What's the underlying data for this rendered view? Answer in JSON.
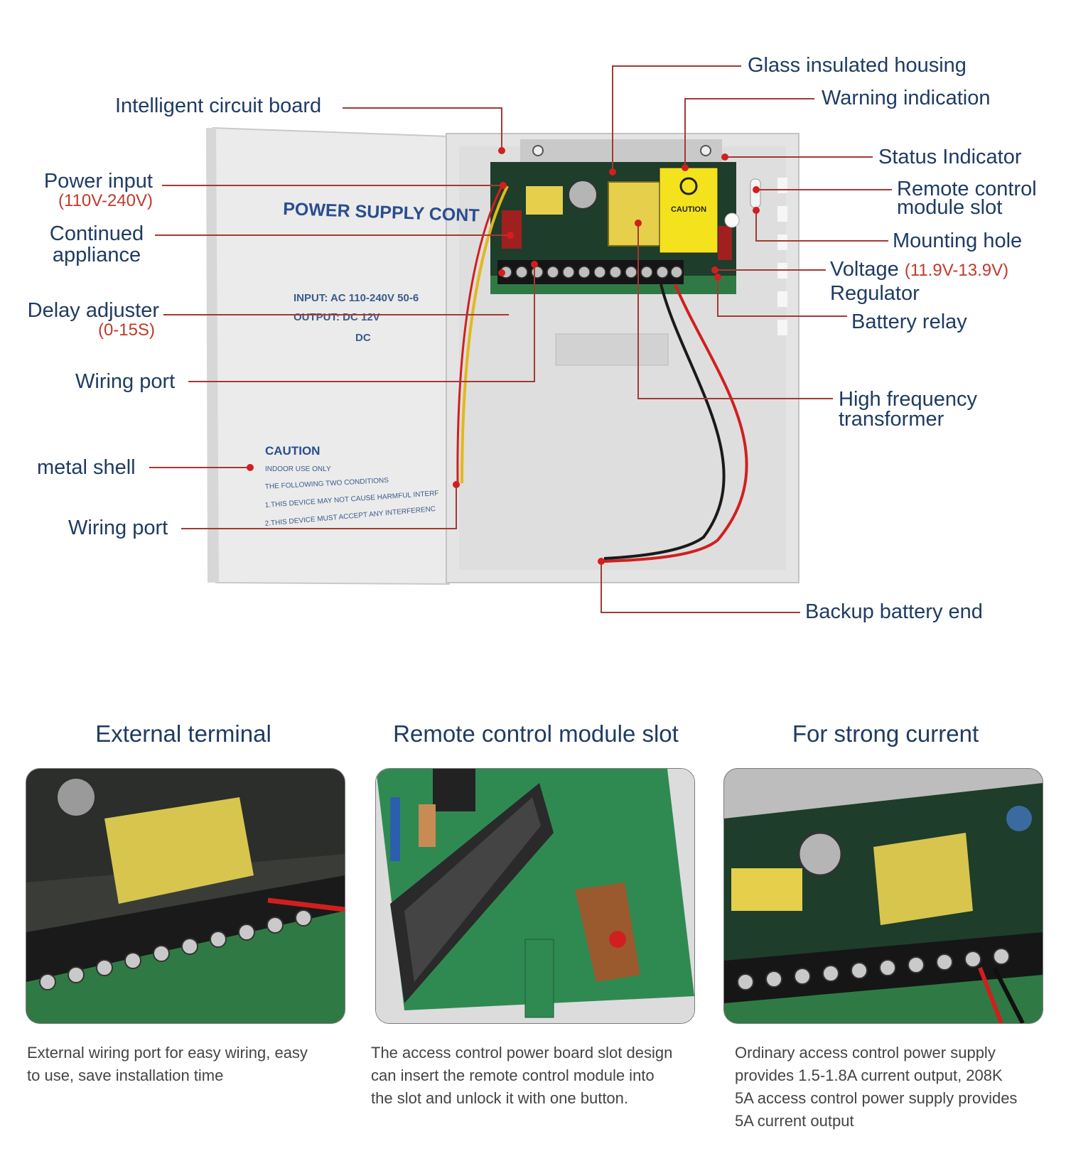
{
  "callouts": {
    "intelligent_circuit_board": "Intelligent circuit board",
    "power_input": "Power input",
    "power_input_range": "(110V-240V)",
    "continued_appliance_l1": "Continued",
    "continued_appliance_l2": "appliance",
    "delay_adjuster": "Delay adjuster",
    "delay_adjuster_range": "(0-15S)",
    "wiring_port_1": "Wiring port",
    "metal_shell": "metal shell",
    "wiring_port_2": "Wiring port",
    "glass_insulated_housing": "Glass insulated housing",
    "warning_indication": "Warning indication",
    "status_indicator": "Status Indicator",
    "remote_slot_l1": "Remote control",
    "remote_slot_l2": "module slot",
    "mounting_hole": "Mounting hole",
    "voltage": "Voltage",
    "voltage_range": "(11.9V-13.9V)",
    "regulator": "Regulator",
    "battery_relay": "Battery relay",
    "hf_transformer_l1": "High frequency",
    "hf_transformer_l2": "transformer",
    "backup_battery_end": "Backup battery end"
  },
  "device_print": {
    "brand": "POWER SUPPLY CONT",
    "input": "INPUT: AC 110-240V 50-6",
    "output": "OUTPUT: DC 12V",
    "dc": "DC",
    "caution": "CAUTION",
    "line1": "INDOOR USE ONLY",
    "line2": "THE FOLLOWING TWO CONDITIONS",
    "line3": "1.THIS DEVICE MAY NOT CAUSE HARMFUL INTERF",
    "line4": "2.THIS DEVICE MUST ACCEPT ANY INTERFERENC",
    "label_caution": "CAUTION"
  },
  "features": [
    {
      "title": "External terminal",
      "line1": "External wiring port for easy wiring, easy",
      "line2": "to use, save installation time",
      "line3": "",
      "line4": ""
    },
    {
      "title": "Remote control module slot",
      "line1": "The access control power board slot design",
      "line2": "can insert the remote control module into",
      "line3": "the slot and unlock it with one button.",
      "line4": ""
    },
    {
      "title": "For strong current",
      "line1": "Ordinary access control power supply",
      "line2": "provides 1.5-1.8A current output, 208K",
      "line3": "5A access control power supply provides",
      "line4": "5A current output"
    }
  ],
  "colors": {
    "label": "#1f3b63",
    "accent": "#c0392b",
    "leader": "#a33a33"
  }
}
